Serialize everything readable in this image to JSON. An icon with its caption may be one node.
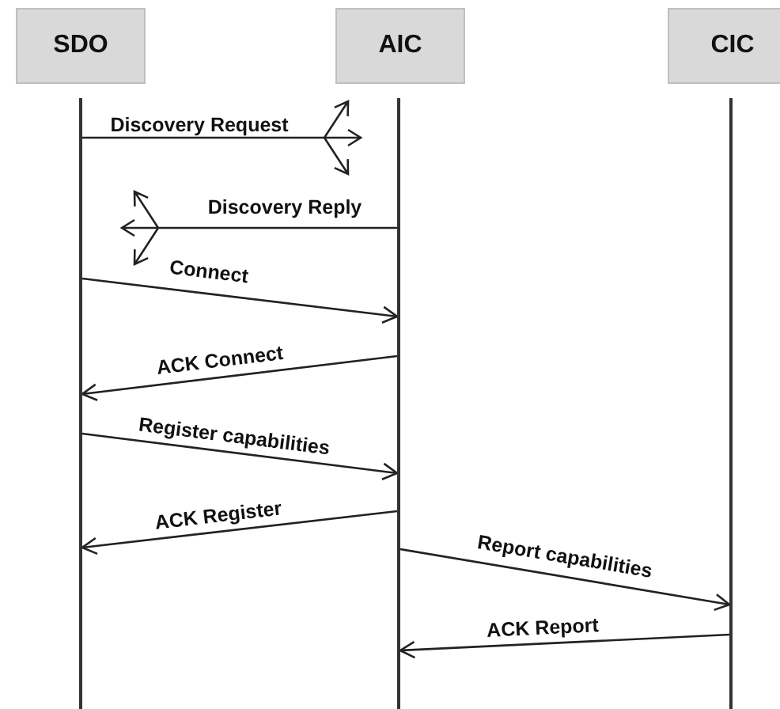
{
  "diagram": {
    "nodes": [
      {
        "text": [
          "SDO"
        ]
      },
      {
        "text": [
          "AIC"
        ]
      },
      {
        "text": [
          "CIC"
        ]
      },
      {
        "text": [],
        "shape": "line"
      },
      {
        "text": [],
        "shape": "line"
      },
      {
        "text": [],
        "shape": "line"
      }
    ],
    "edges": [
      {
        "from": 3,
        "to": null,
        "arrow": "to",
        "label": "Discovery Request"
      },
      {
        "from": 4,
        "to": null,
        "arrow": "to",
        "label": "Discovery Reply"
      },
      {
        "from": 3,
        "to": 4,
        "arrow": "to",
        "label": "Connect"
      },
      {
        "from": 4,
        "to": 3,
        "arrow": "to",
        "label": "ACK Connect"
      },
      {
        "from": 3,
        "to": 4,
        "arrow": "to",
        "label": "Register capabilities"
      },
      {
        "from": 4,
        "to": 3,
        "arrow": "to",
        "label": "ACK Register"
      },
      {
        "from": 4,
        "to": 5,
        "arrow": "to",
        "label": "Report capabilities"
      },
      {
        "from": 5,
        "to": 4,
        "arrow": "to",
        "label": "ACK Report"
      }
    ]
  }
}
